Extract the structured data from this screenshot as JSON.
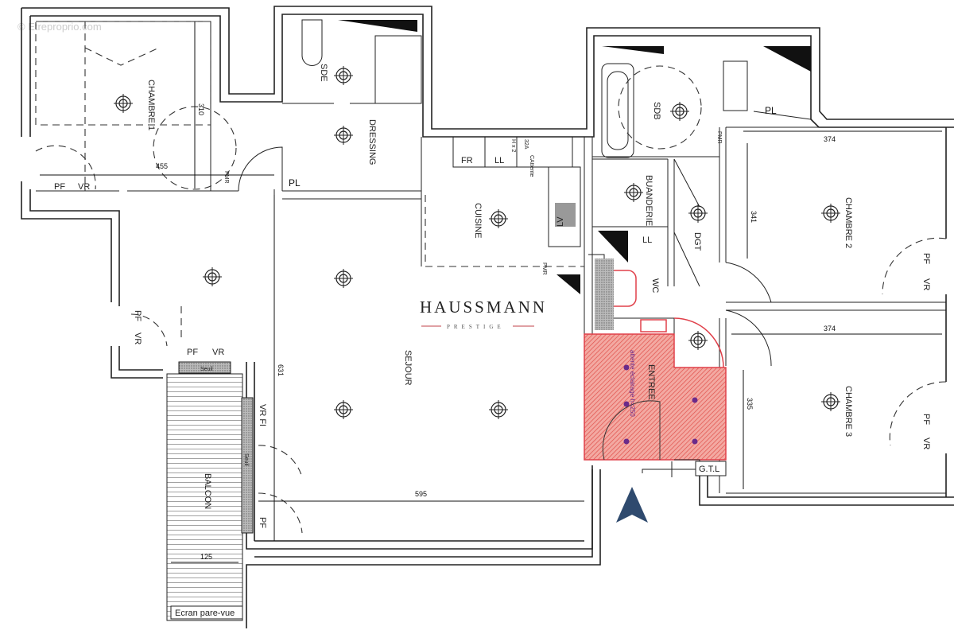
{
  "watermark": "© Etreproprio.com",
  "logo": {
    "brand": "HAUSSMANN",
    "sub": "PRESTIGE",
    "line_color": "#c0404a"
  },
  "rooms": {
    "chambre1": "CHAMBRE 1",
    "sde": "SDE",
    "dressing": "DRESSING",
    "cuisine": "CUISINE",
    "sejour": "SEJOUR",
    "balcon": "BALCON",
    "sdb": "SDB",
    "buanderie": "BUANDERIE",
    "dgt": "DGT",
    "wc": "WC",
    "entree": "ENTREE",
    "chambre2": "CHAMBRE 2",
    "chambre3": "CHAMBRE 3"
  },
  "dimensions": {
    "ch1_height": "310",
    "ch1_width": "455",
    "sejour_height": "631",
    "sejour_width": "595",
    "balcon_width": "125",
    "ch2_width": "374",
    "ch2_height": "341",
    "ch3_width": "374",
    "ch3_height": "335"
  },
  "labels": {
    "pf": "PF",
    "vr": "VR",
    "vr_fi": "VR FI",
    "pl": "PL",
    "fr": "FR",
    "ll": "LL",
    "lv": "LV",
    "gtl": "G.T.L",
    "hx2": "H x 2",
    "a32": "32A",
    "attente": "CAttente",
    "pmr": "PMR",
    "ecran": "Ecran pare-vue",
    "seuil": "Seuil",
    "entree_note": "attente éclairage h=250"
  },
  "colors": {
    "entree_highlight": "#e8504a",
    "purple_points": "#6a2a8a",
    "north_arrow": "#2f4a6e"
  }
}
